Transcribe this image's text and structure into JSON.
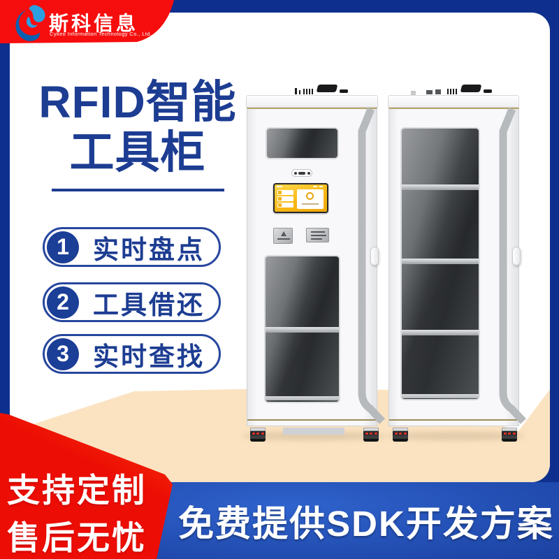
{
  "logo": {
    "brand": "斯科信息",
    "subtitle": "Cykeo Information Technology Co., Ltd.",
    "icon": "swirl-logo-icon",
    "ribbon_color": "#f60d0d"
  },
  "title": {
    "line1": "RFID智能",
    "line2": "工具柜",
    "color": "#1d3d92"
  },
  "features": [
    {
      "num": "1",
      "label": "实时盘点"
    },
    {
      "num": "2",
      "label": "工具借还"
    },
    {
      "num": "3",
      "label": "实时查找"
    }
  ],
  "promo": {
    "line1": "支持定制",
    "line2": "售后无忧",
    "color_core": "#ec0d04",
    "color_edge": "#ffad2d"
  },
  "banner": {
    "text": "免费提供SDK开发方案",
    "color": "#1e46a8"
  },
  "scene": {
    "floor_color": "#fbe3c2",
    "background_color": "#0e2f8d",
    "card_color": "#ffffff",
    "cabinet_color": "#f8f8fa",
    "cabinet_count": 2,
    "screen_color": "#f8b814"
  }
}
